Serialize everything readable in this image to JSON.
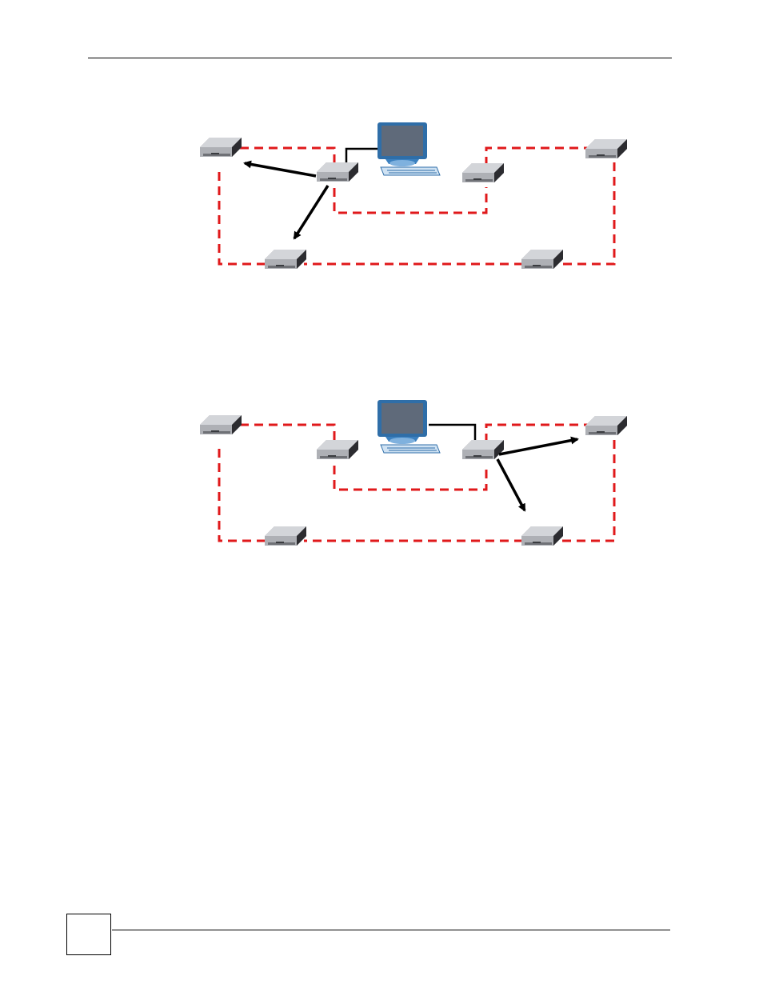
{
  "page": {
    "number": "",
    "colors": {
      "link_dashed": "#e0191b",
      "wired": "#000000",
      "arrow": "#000000",
      "device_body": "#b9bbc0",
      "monitor_frame": "#2f6ea8",
      "monitor_screen": "#5f6a7a"
    }
  },
  "diagrams": [
    {
      "devices": [
        "ap-top-left",
        "ap-center-left",
        "ap-center-right",
        "ap-top-right",
        "ap-bottom-left",
        "ap-bottom-right"
      ],
      "computer": "computer-icon",
      "wired_to": "ap-center-left",
      "arrows_from": "ap-center-left",
      "arrows_to": [
        "ap-top-left",
        "ap-bottom-left"
      ]
    },
    {
      "devices": [
        "ap-top-left",
        "ap-center-left",
        "ap-center-right",
        "ap-top-right",
        "ap-bottom-left",
        "ap-bottom-right"
      ],
      "computer": "computer-icon",
      "wired_to": "ap-center-right",
      "arrows_from": "ap-center-right",
      "arrows_to": [
        "ap-top-right",
        "ap-bottom-right"
      ]
    }
  ]
}
